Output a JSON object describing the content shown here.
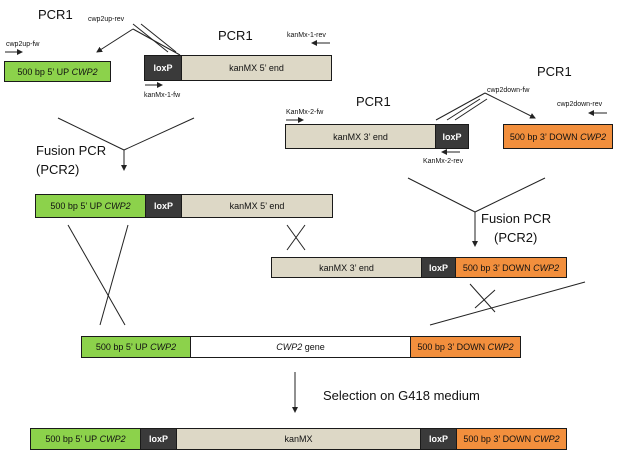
{
  "labels": {
    "pcr1": "PCR1",
    "fusion_pcr": "Fusion PCR",
    "pcr2": "(PCR2)",
    "selection": "Selection on G418 medium"
  },
  "primers": {
    "cwp2up_fw": "cwp2up-fw",
    "cwp2up_rev": "cwp2up-rev",
    "kanmx1_fw": "kanMx-1-fw",
    "kanmx1_rev": "kanMx-1-rev",
    "kanmx2_fw": "KanMx-2-fw",
    "kanmx2_rev": "KanMx-2-rev",
    "cwp2down_fw": "cwp2down-fw",
    "cwp2down_rev": "cwp2down-rev"
  },
  "segments": {
    "up": "500 bp 5’ UP",
    "down": "500 bp 3’ DOWN",
    "gene_name": "CWP2",
    "gene_suffix": "gene",
    "loxp": "loxP",
    "kan5": "kanMX 5’ end",
    "kan3": "kanMX 3’ end",
    "kanmx": "kanMX"
  },
  "colors": {
    "upstream": "#8cd24b",
    "kanmx": "#ddd8c6",
    "loxp": "#3a3a3a",
    "downstream": "#f28f3d"
  }
}
